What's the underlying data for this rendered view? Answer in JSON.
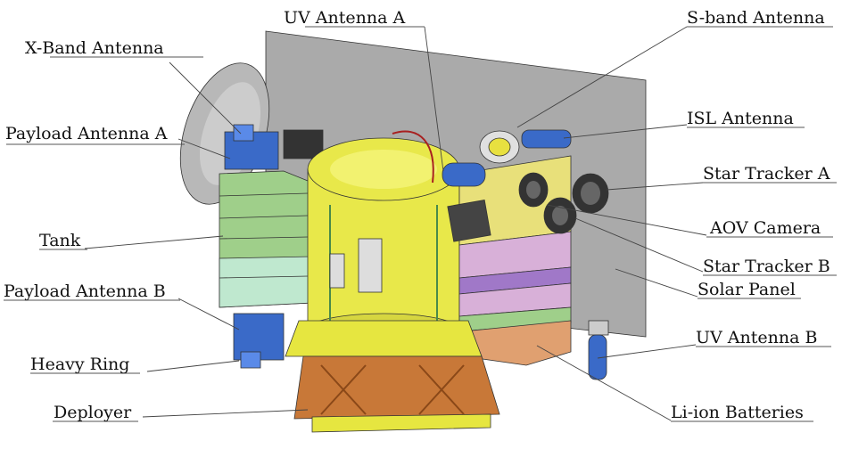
{
  "diagram": {
    "labels": {
      "x_band_antenna": "X-Band Antenna",
      "payload_antenna_a": "Payload Antenna A",
      "tank": "Tank",
      "payload_antenna_b": "Payload Antenna B",
      "heavy_ring": "Heavy Ring",
      "deployer": "Deployer",
      "uv_antenna_a": "UV Antenna A",
      "s_band_antenna": "S-band Antenna",
      "isl_antenna": "ISL Antenna",
      "star_tracker_a": "Star Tracker A",
      "aov_camera": "AOV Camera",
      "star_tracker_b": "Star Tracker B",
      "solar_panel": "Solar Panel",
      "uv_antenna_b": "UV Antenna B",
      "li_ion_batteries": "Li-ion Batteries"
    },
    "colors": {
      "tank": "#e8e84a",
      "solar_panel": "#a9a9a9",
      "left_module": "#9fcf8a",
      "right_module_pink": "#d8b0d8",
      "right_module_purple": "#a078c8",
      "batteries": "#e0a070",
      "deployer": "#c87838",
      "antenna_blue": "#3a6ac8",
      "dish": "#b8b8b8"
    }
  }
}
